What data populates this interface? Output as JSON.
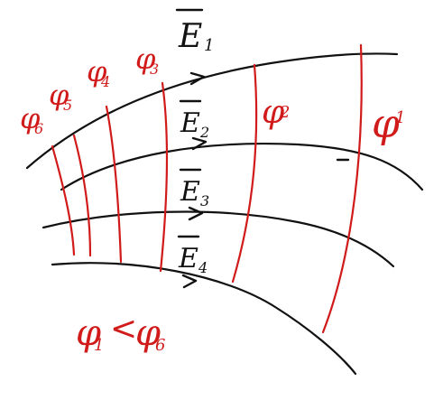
{
  "diagram": {
    "colors": {
      "field_line": "#111111",
      "equipotential": "#d11a1a",
      "background": "#ffffff"
    },
    "field_labels": [
      {
        "id": "E1",
        "text": "E",
        "subscript": "1",
        "vector": true
      },
      {
        "id": "E2",
        "text": "E",
        "subscript": "2",
        "vector": true
      },
      {
        "id": "E3",
        "text": "E",
        "subscript": "3",
        "vector": true
      },
      {
        "id": "E4",
        "text": "E",
        "subscript": "4",
        "vector": true
      }
    ],
    "potential_labels": [
      {
        "id": "phi6",
        "text": "φ",
        "subscript": "6"
      },
      {
        "id": "phi5",
        "text": "φ",
        "subscript": "5"
      },
      {
        "id": "phi4",
        "text": "φ",
        "subscript": "4"
      },
      {
        "id": "phi3",
        "text": "φ",
        "subscript": "3"
      },
      {
        "id": "phi2",
        "text": "φ",
        "subscript": "2"
      },
      {
        "id": "phi1",
        "text": "φ",
        "subscript": "1"
      }
    ],
    "relation": {
      "left": {
        "text": "φ",
        "subscript": "1"
      },
      "operator": "<",
      "right": {
        "text": "φ",
        "subscript": "6"
      }
    }
  }
}
